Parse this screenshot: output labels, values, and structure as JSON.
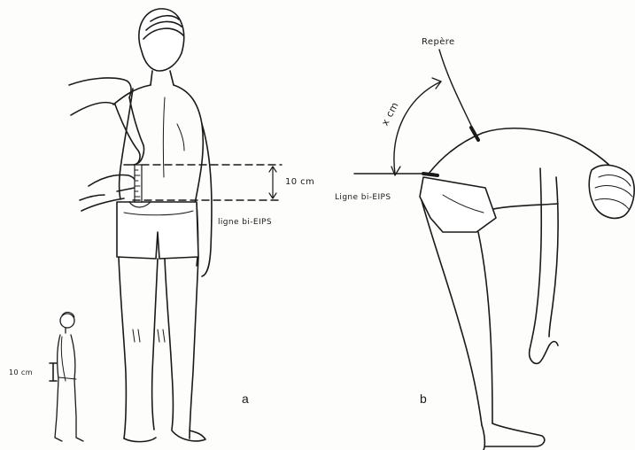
{
  "panels": [
    {
      "letter": "a",
      "labels": {
        "distance": "10 cm",
        "reference_line": "ligne bi-EIPS",
        "small_figure_distance": "10 cm"
      }
    },
    {
      "letter": "b",
      "labels": {
        "marker": "Repère",
        "arc_distance": "x cm",
        "reference_line": "Ligne bi-EIPS"
      }
    }
  ],
  "colors": {
    "ink": "#1a1a1a",
    "paper": "#fdfdfb"
  }
}
